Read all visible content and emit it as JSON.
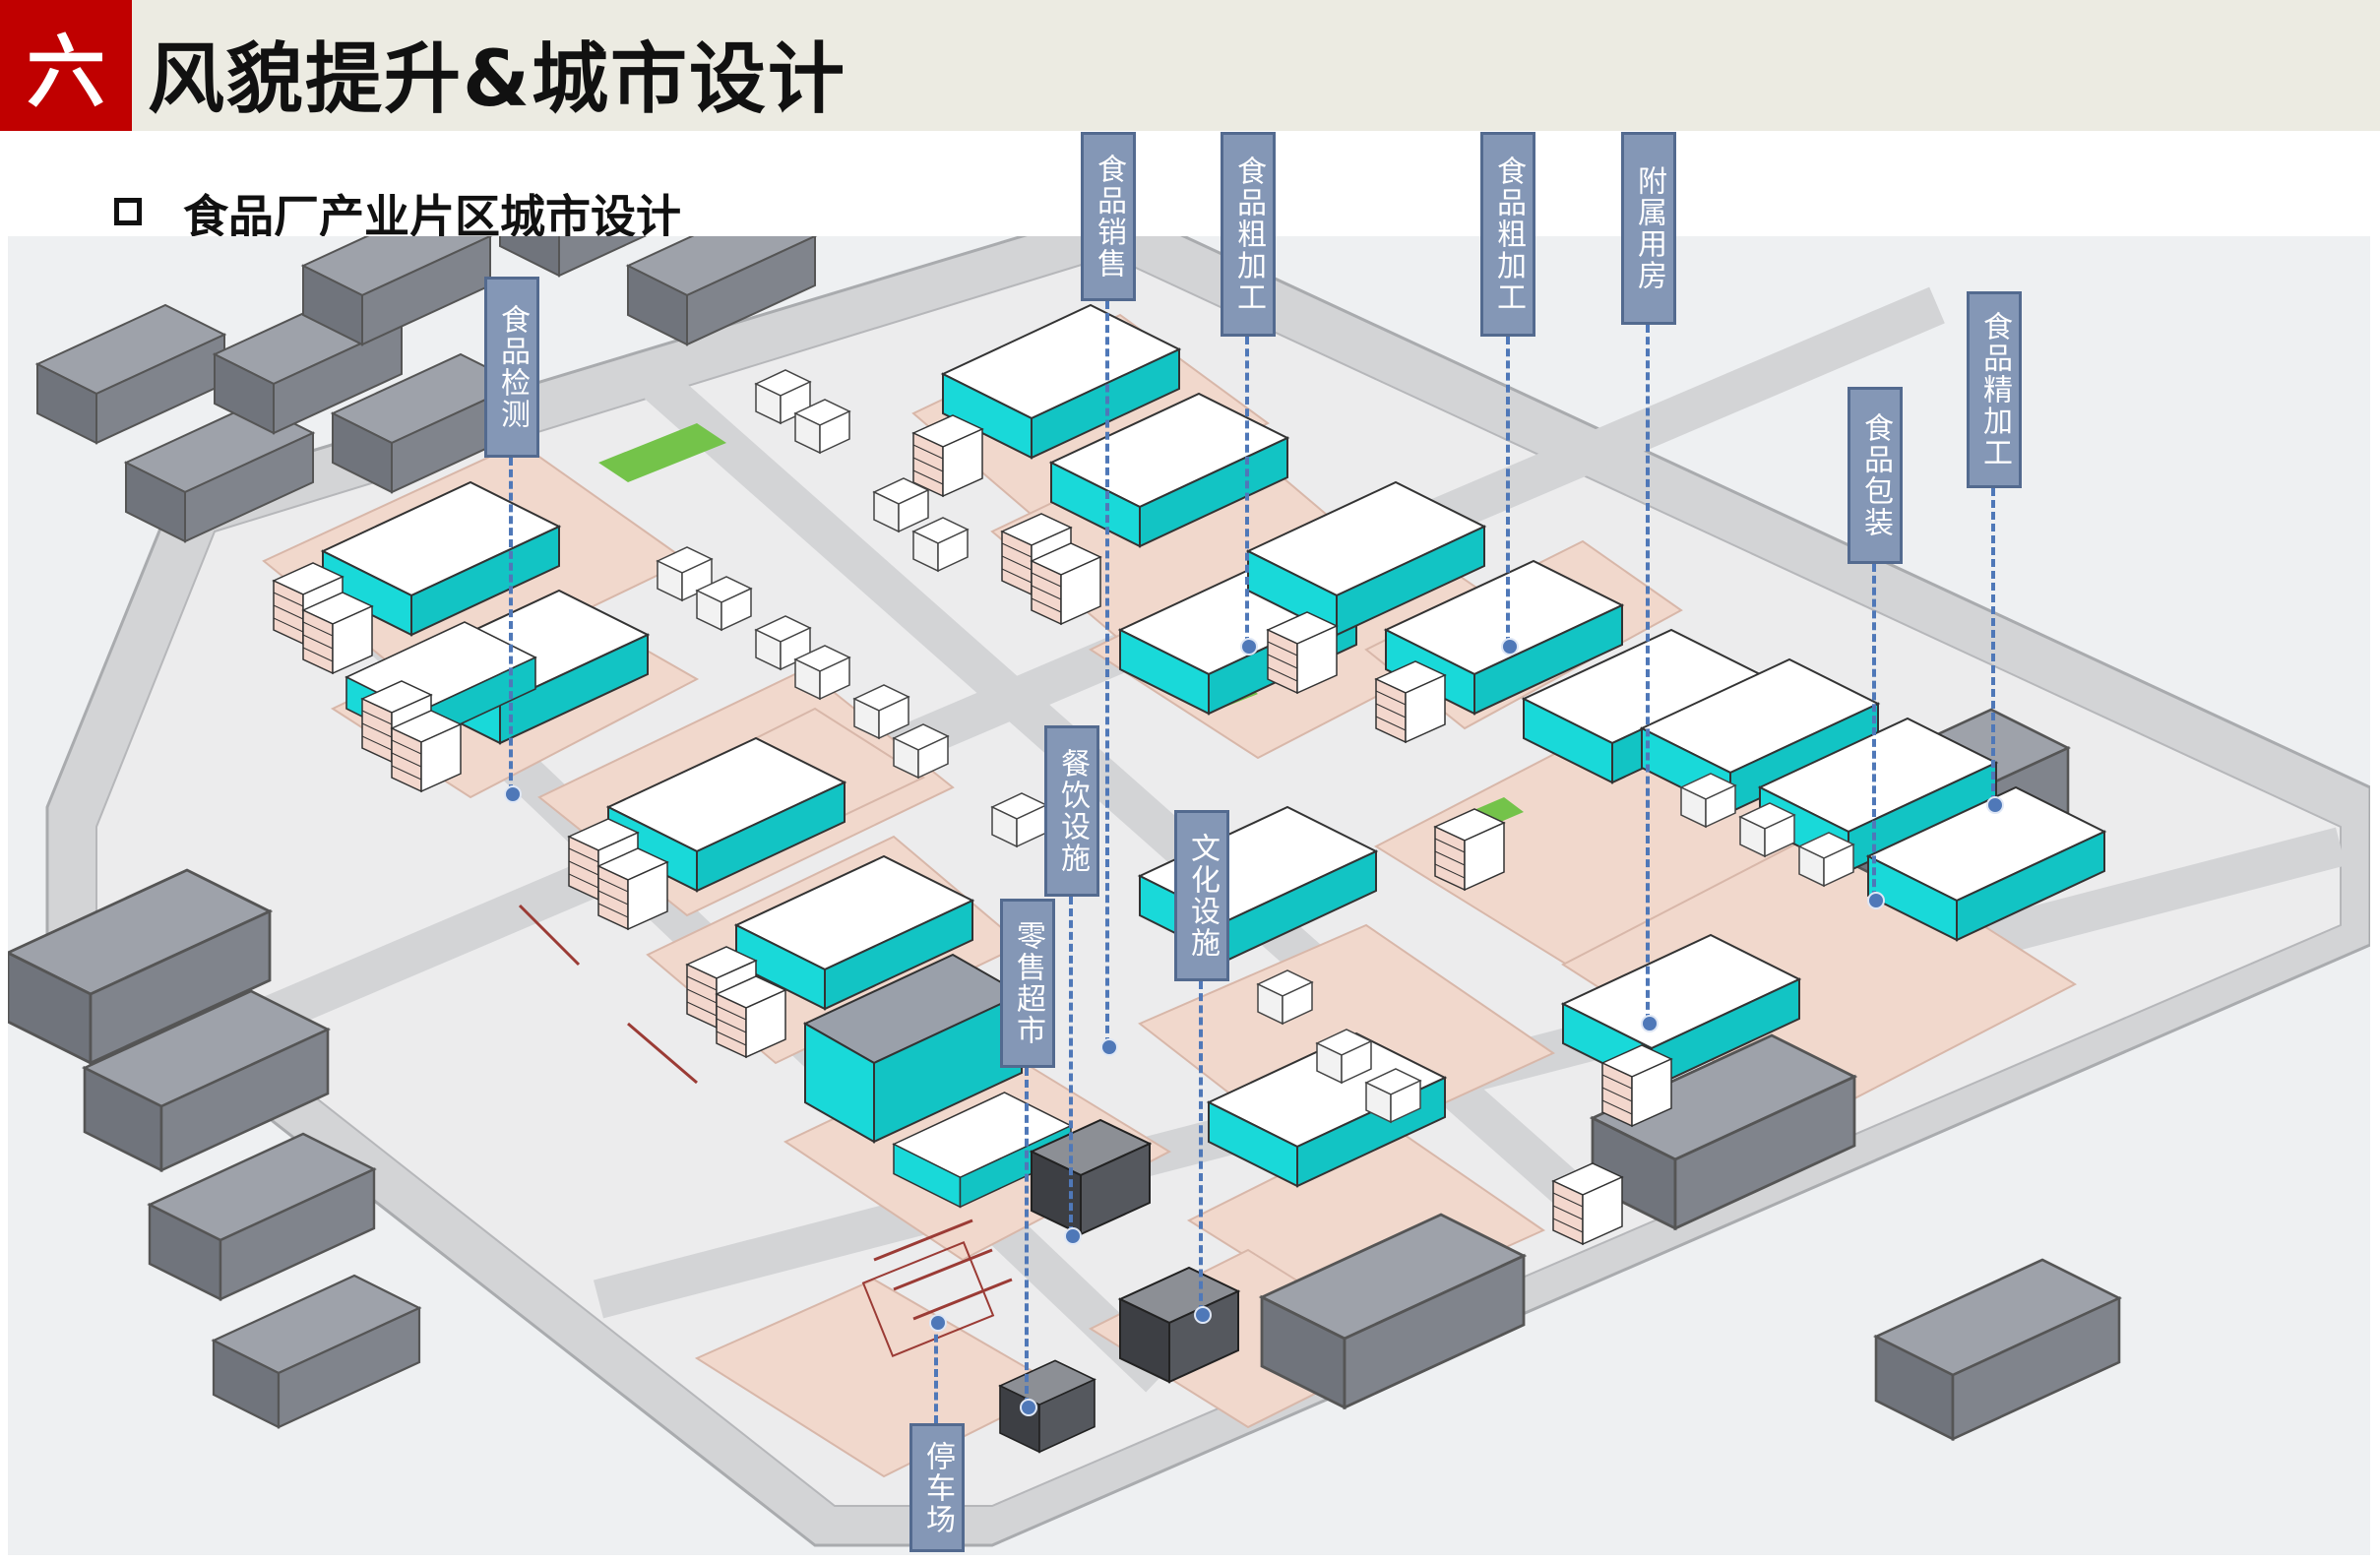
{
  "header": {
    "chapter_number": "六",
    "title": "风貌提升&城市设计"
  },
  "section": {
    "title": "食品厂产业片区城市设计"
  },
  "labels": [
    {
      "id": "food-testing",
      "text": "食品检测"
    },
    {
      "id": "food-sales",
      "text": "食品销售"
    },
    {
      "id": "food-rough-processing-1",
      "text": "食品粗加工"
    },
    {
      "id": "food-rough-processing-2",
      "text": "食品粗加工"
    },
    {
      "id": "ancillary-housing",
      "text": "附属用房"
    },
    {
      "id": "food-packaging",
      "text": "食品包装"
    },
    {
      "id": "food-fine-processing",
      "text": "食品精加工"
    },
    {
      "id": "catering-facility",
      "text": "餐饮设施"
    },
    {
      "id": "cultural-facility",
      "text": "文化设施"
    },
    {
      "id": "retail-supermarket",
      "text": "零售超市"
    },
    {
      "id": "parking-lot",
      "text": "停车场"
    }
  ],
  "colors": {
    "accent_red": "#c00000",
    "tag_fill": "#8497b6",
    "leader": "#4f78b8",
    "glass": "#19d9d9",
    "plaza": "#f1d8cc",
    "road": "#cfd0d2",
    "context_block": "#8a8e96",
    "green": "#74c34a"
  }
}
